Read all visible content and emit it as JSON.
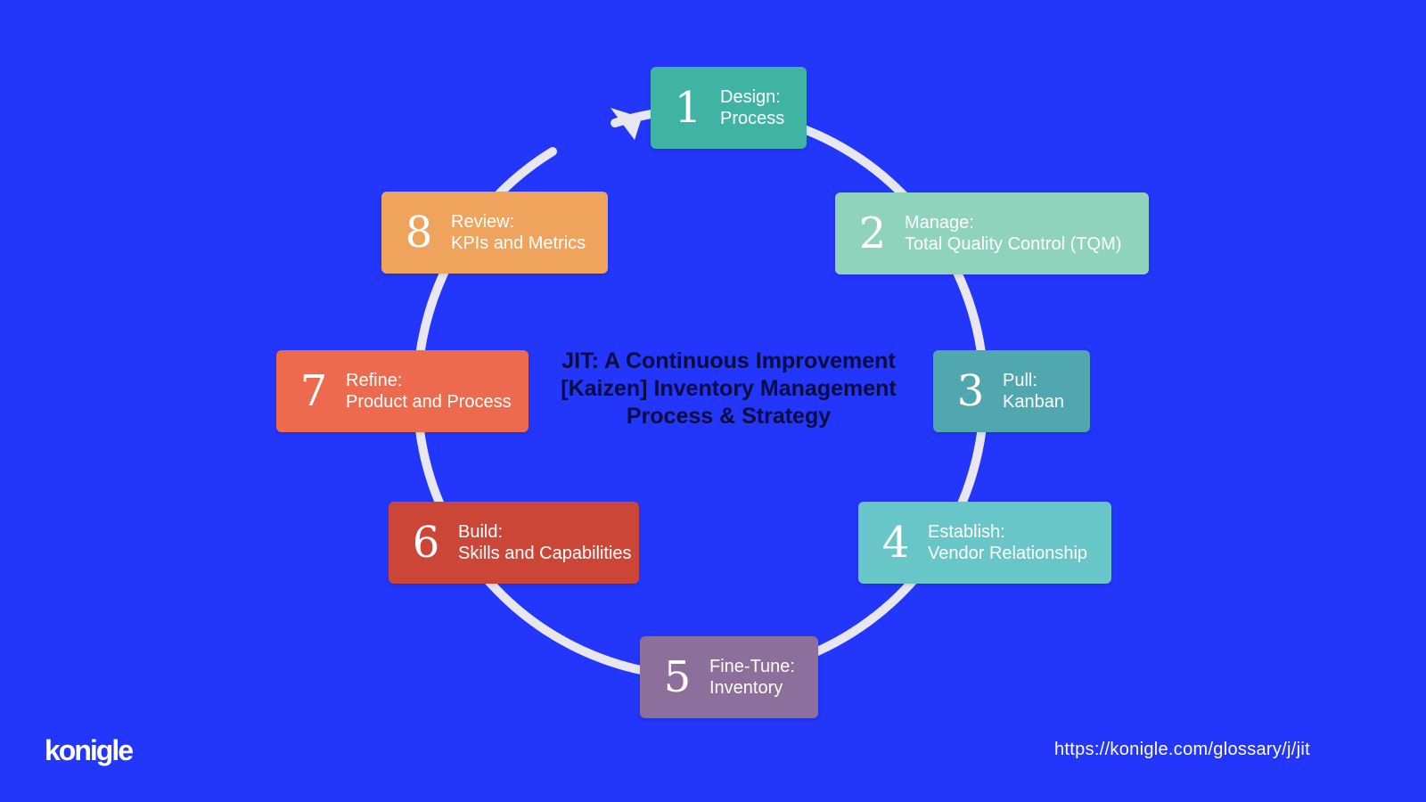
{
  "colors": {
    "background": "#2336fb",
    "ring": "#e8e6ef",
    "title_text": "#0a0d3d"
  },
  "title": {
    "line1": "JIT: A Continuous Improvement",
    "line2": "[Kaizen] Inventory Management",
    "line3": "Process & Strategy"
  },
  "steps": [
    {
      "number": "1",
      "label": "Design:",
      "desc": "Process",
      "color": "#40b4a4"
    },
    {
      "number": "2",
      "label": "Manage:",
      "desc": "Total Quality Control (TQM)",
      "color": "#90d3bd"
    },
    {
      "number": "3",
      "label": "Pull:",
      "desc": "Kanban",
      "color": "#50a7b0"
    },
    {
      "number": "4",
      "label": "Establish:",
      "desc": "Vendor Relationship",
      "color": "#69c6c8"
    },
    {
      "number": "5",
      "label": "Fine-Tune:",
      "desc": "Inventory",
      "color": "#8c6f9a"
    },
    {
      "number": "6",
      "label": "Build:",
      "desc": "Skills and Capabilities",
      "color": "#cb4637"
    },
    {
      "number": "7",
      "label": "Refine:",
      "desc": "Product and Process",
      "color": "#ee6a4e"
    },
    {
      "number": "8",
      "label": "Review:",
      "desc": "KPIs and Metrics",
      "color": "#efa35d"
    }
  ],
  "icons": {
    "cycle_arrow": "arrow-head-icon"
  },
  "brand": {
    "logo_text": "konigle"
  },
  "footer": {
    "url": "https://konigle.com/glossary/j/jit"
  }
}
